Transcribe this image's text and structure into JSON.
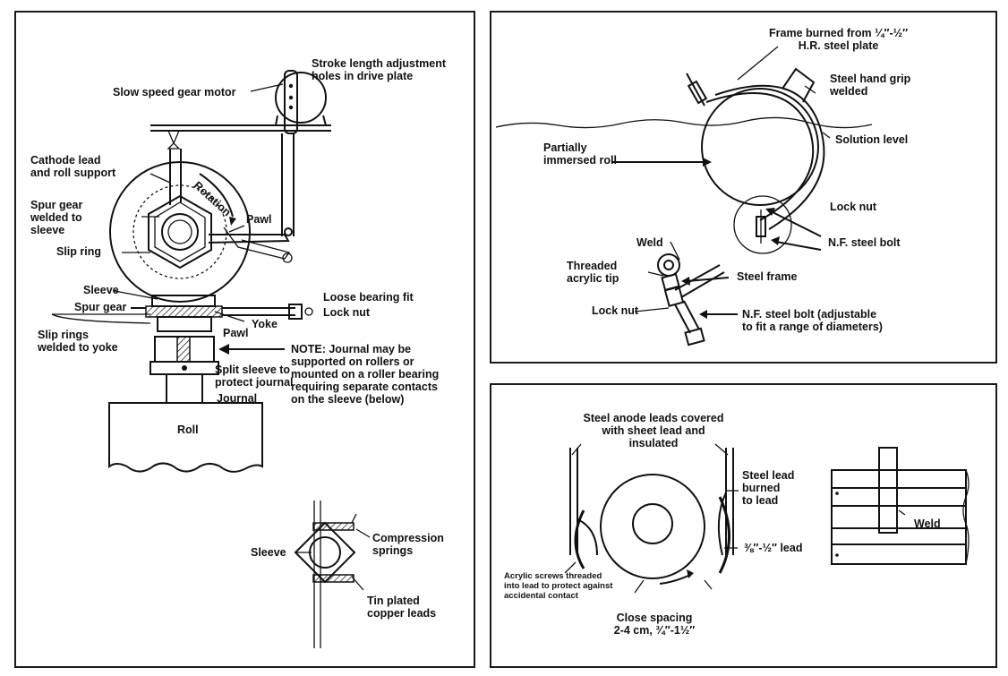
{
  "left_panel": {
    "slow_speed_gear_motor": "Slow speed gear motor",
    "stroke_length_line1": "Stroke length adjustment",
    "stroke_length_line2": "holes in drive plate",
    "cathode_lead_line1": "Cathode lead",
    "cathode_lead_line2": "and roll support",
    "rotation": "Rotation",
    "spur_gear_welded_line1": "Spur gear",
    "spur_gear_welded_line2": "welded to",
    "spur_gear_welded_line3": "sleeve",
    "pawl_upper": "Pawl",
    "slip_ring": "Slip ring",
    "sleeve": "Sleeve",
    "spur_gear": "Spur gear",
    "loose_bearing_fit": "Loose bearing fit",
    "lock_nut": "Lock nut",
    "yoke": "Yoke",
    "pawl_lower": "Pawl",
    "slip_rings_line1": "Slip rings",
    "slip_rings_line2": "welded to yoke",
    "note_line1": "NOTE: Journal may be",
    "note_line2": "supported on rollers or",
    "note_line3": "mounted on a roller bearing",
    "note_line4": "requiring separate contacts",
    "note_line5": "on the sleeve (below)",
    "split_sleeve_line1": "Split sleeve to",
    "split_sleeve_line2": "protect journal",
    "journal": "Journal",
    "roll": "Roll",
    "inset_sleeve": "Sleeve",
    "compression_line1": "Compression",
    "compression_line2": "springs",
    "tin_plated_line1": "Tin plated",
    "tin_plated_line2": "copper leads"
  },
  "top_right_panel": {
    "frame_burned_line1": "Frame burned from ¼″-½″",
    "frame_burned_line2": "H.R. steel plate",
    "hand_grip_line1": "Steel hand grip",
    "hand_grip_line2": "welded",
    "solution_level": "Solution level",
    "partially_line1": "Partially",
    "partially_line2": "immersed roll",
    "lock_nut": "Lock nut",
    "nf_bolt": "N.F. steel bolt",
    "weld": "Weld",
    "threaded_line1": "Threaded",
    "threaded_line2": "acrylic tip",
    "steel_frame": "Steel frame",
    "lock_nut_lower": "Lock nut",
    "nf_bolt_adjust_line1": "N.F. steel bolt (adjustable",
    "nf_bolt_adjust_line2": "to fit a range of diameters)"
  },
  "bottom_right_panel": {
    "anode_line1": "Steel anode leads covered",
    "anode_line2": "with sheet lead and",
    "anode_line3": "insulated",
    "steel_lead_line1": "Steel lead",
    "steel_lead_line2": "burned",
    "steel_lead_line3": "to lead",
    "weld": "Weld",
    "lead_thickness": "⅜″-½″ lead",
    "acrylic_line1": "Acrylic screws threaded",
    "acrylic_line2": "into lead to protect against",
    "acrylic_line3": "accidental contact",
    "close_spacing_line1": "Close spacing",
    "close_spacing_line2": "2-4 cm, ¾″-1½″"
  }
}
